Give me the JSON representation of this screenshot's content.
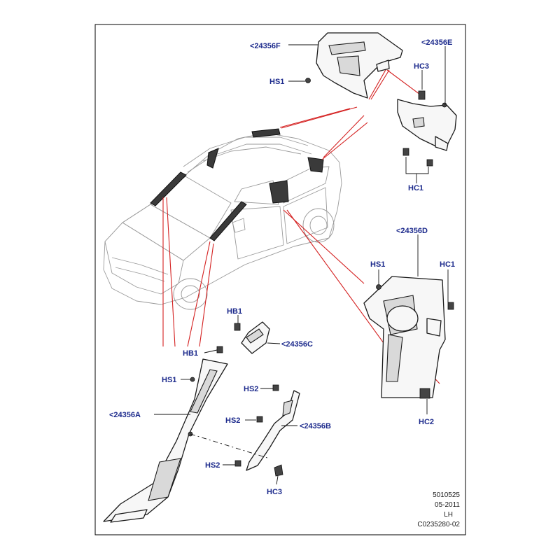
{
  "colors": {
    "label": "#1c2a8c",
    "callout_line": "#d42020",
    "outline": "#1a1a1a"
  },
  "labels": {
    "part_f": "<24356F",
    "part_e": "<24356E",
    "part_d": "<24356D",
    "part_c": "<24356C",
    "part_b": "<24356B",
    "part_a": "<24356A",
    "hs1_top": "HS1",
    "hc3_top": "HC3",
    "hc1_top": "HC1",
    "hs1_right": "HS1",
    "hc1_right": "HC1",
    "hc2_right": "HC2",
    "hb1_top": "HB1",
    "hb1_mid": "HB1",
    "hs1_left": "HS1",
    "hs2_upper": "HS2",
    "hs2_mid": "HS2",
    "hs2_lower": "HS2",
    "hc3_bottom": "HC3"
  },
  "meta": {
    "doc_number": "5010525",
    "date": "05-2011",
    "side": "LH",
    "drawing_code": "C0235280-02"
  },
  "icons": [
    "car-outline-icon",
    "trim-panel-icon",
    "clip-icon",
    "screw-icon"
  ]
}
